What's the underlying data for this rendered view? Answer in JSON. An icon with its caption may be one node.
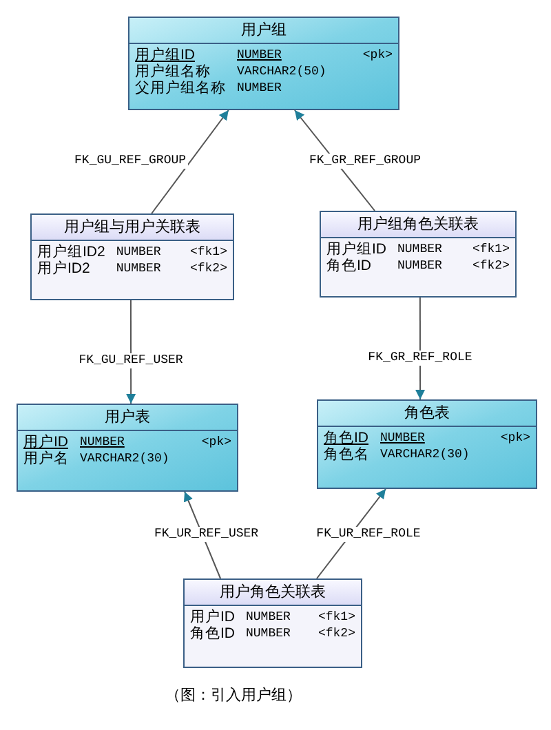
{
  "diagram": {
    "caption": "（图：引入用户组）",
    "nodes": [
      {
        "text": [
          "用户组",
          "用户组ID",
          "NUMBER",
          "<pk>",
          "用户组名称",
          "VARCHAR2(50)",
          "父用户组名称",
          "NUMBER"
        ]
      },
      {
        "text": [
          "用户组与用户关联表",
          "用户组ID2",
          "NUMBER",
          "<fk1>",
          "用户ID2",
          "NUMBER",
          "<fk2>"
        ]
      },
      {
        "text": [
          "用户组角色关联表",
          "用户组ID",
          "NUMBER",
          "<fk1>",
          "角色ID",
          "NUMBER",
          "<fk2>"
        ]
      },
      {
        "text": [
          "用户表",
          "用户ID",
          "NUMBER",
          "<pk>",
          "用户名",
          "VARCHAR2(30)"
        ]
      },
      {
        "text": [
          "角色表",
          "角色ID",
          "NUMBER",
          "<pk>",
          "角色名",
          "VARCHAR2(30)"
        ]
      },
      {
        "text": [
          "用户角色关联表",
          "用户ID",
          "NUMBER",
          "<fk1>",
          "角色ID",
          "NUMBER",
          "<fk2>"
        ]
      }
    ],
    "edges": [
      {
        "from": 1,
        "to": 0,
        "arrow": "to",
        "label": "FK_GU_REF_GROUP"
      },
      {
        "from": 2,
        "to": 0,
        "arrow": "to",
        "label": "FK_GR_REF_GROUP"
      },
      {
        "from": 1,
        "to": 3,
        "arrow": "to",
        "label": "FK_GU_REF_USER"
      },
      {
        "from": 2,
        "to": 4,
        "arrow": "to",
        "label": "FK_GR_REF_ROLE"
      },
      {
        "from": 5,
        "to": 3,
        "arrow": "to",
        "label": "FK_UR_REF_USER"
      },
      {
        "from": 5,
        "to": 4,
        "arrow": "to",
        "label": "FK_UR_REF_ROLE"
      }
    ]
  }
}
